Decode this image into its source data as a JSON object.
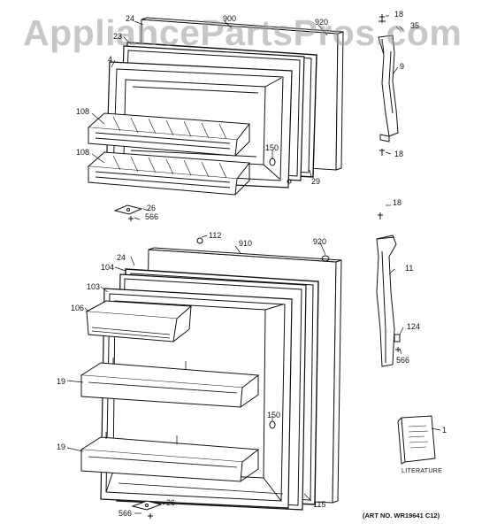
{
  "watermark": "AppliancePartsPros.com",
  "literature_label": "LITERATURE",
  "art_number": "(ART NO. WR19641 C12)",
  "callouts": {
    "c24a": "24",
    "c900": "900",
    "c920a": "920",
    "c23": "23",
    "c4": "4",
    "c108a": "108",
    "c108b": "108",
    "c150a": "150",
    "c29": "29",
    "c26a": "26",
    "c566a": "566",
    "c18a": "18",
    "c35": "35",
    "c9": "9",
    "c18b": "18",
    "c18c": "18",
    "c112": "112",
    "c910": "910",
    "c920b": "920",
    "c24b": "24",
    "c104": "104",
    "c103": "103",
    "c106": "106",
    "c19a": "19",
    "c19b": "19",
    "c150b": "150",
    "c11": "11",
    "c124": "124",
    "c566b": "566",
    "c1": "1",
    "c566c": "566",
    "c26b": "26",
    "c115": "115"
  }
}
